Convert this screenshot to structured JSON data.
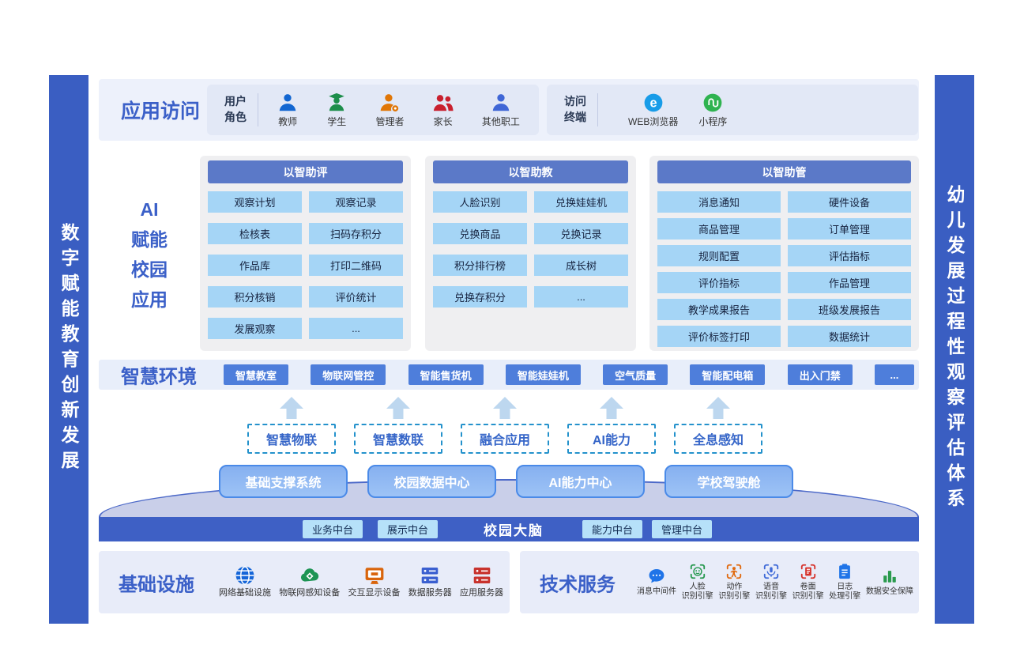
{
  "banners": {
    "left": "数字赋能教育创新发展",
    "right": "幼儿发展过程性观察评估体系"
  },
  "colors": {
    "banner_blue": "#3a5ec2",
    "title_blue": "#3b60c8",
    "column_header_indigo": "#5b79c8",
    "cell_light_blue": "#a5d5f6",
    "env_button_blue": "#4e7edb",
    "dashed_border_teal": "#2492cc",
    "brain_bar_blue": "#3e60c5",
    "dome_fill": "#c9cfe9"
  },
  "app_access": {
    "title": "应用访问",
    "user_roles": {
      "label": "用户\n角色",
      "items": [
        {
          "label": "教师",
          "icon": "teacher-person-icon",
          "color": "#1266d1"
        },
        {
          "label": "学生",
          "icon": "student-person-icon",
          "color": "#1d8e4b"
        },
        {
          "label": "管理者",
          "icon": "admin-person-icon",
          "color": "#e07606"
        },
        {
          "label": "家长",
          "icon": "parents-person-icon",
          "color": "#c9202f"
        },
        {
          "label": "其他职工",
          "icon": "staff-person-icon",
          "color": "#3f66d6"
        }
      ]
    },
    "terminals": {
      "label": "访问\n终端",
      "items": [
        {
          "label": "WEB浏览器",
          "icon": "web-browser-icon",
          "color": "#189ce8"
        },
        {
          "label": "小程序",
          "icon": "miniprogram-icon",
          "color": "#2fb350"
        }
      ]
    }
  },
  "ai_apps": {
    "label_lines": [
      "AI",
      "赋能",
      "校园",
      "应用"
    ],
    "columns": [
      {
        "header": "以智助评",
        "items": [
          "观察计划",
          "观察记录",
          "检核表",
          "扫码存积分",
          "作品库",
          "打印二维码",
          "积分核销",
          "评价统计",
          "发展观察",
          "..."
        ]
      },
      {
        "header": "以智助教",
        "items": [
          "人脸识别",
          "兑换娃娃机",
          "兑换商品",
          "兑换记录",
          "积分排行榜",
          "成长树",
          "兑换存积分",
          "..."
        ]
      },
      {
        "header": "以智助管",
        "items": [
          "消息通知",
          "硬件设备",
          "商品管理",
          "订单管理",
          "规则配置",
          "评估指标",
          "评价指标",
          "作品管理",
          "教学成果报告",
          "班级发展报告",
          "评价标签打印",
          "数据统计"
        ]
      }
    ]
  },
  "smart_env": {
    "title": "智慧环境",
    "items": [
      "智慧教室",
      "物联网管控",
      "智能售货机",
      "智能娃娃机",
      "空气质量",
      "智能配电箱",
      "出入门禁",
      "..."
    ]
  },
  "capabilities": [
    "智慧物联",
    "智慧数联",
    "融合应用",
    "AI能力",
    "全息感知"
  ],
  "platforms": [
    "基础支撑系统",
    "校园数据中心",
    "AI能力中心",
    "学校驾驶舱"
  ],
  "campus_brain": {
    "title": "校园大脑",
    "items": [
      "业务中台",
      "展示中台",
      "能力中台",
      "管理中台"
    ]
  },
  "infrastructure": {
    "title": "基础设施",
    "items": [
      {
        "label": "网络基础设施",
        "icon": "network-globe-icon",
        "color": "#1565d8"
      },
      {
        "label": "物联网感知设备",
        "icon": "iot-cloud-icon",
        "color": "#1d9454"
      },
      {
        "label": "交互显示设备",
        "icon": "display-screen-icon",
        "color": "#d9650d"
      },
      {
        "label": "数据服务器",
        "icon": "data-server-icon",
        "color": "#3a5fd0"
      },
      {
        "label": "应用服务器",
        "icon": "app-server-icon",
        "color": "#c8332e"
      }
    ]
  },
  "tech_services": {
    "title": "技术服务",
    "items": [
      {
        "label": "消息中间件",
        "icon": "message-bubble-icon",
        "color": "#1f74e8"
      },
      {
        "label": "人脸\n识别引擎",
        "icon": "face-scan-icon",
        "color": "#27994f"
      },
      {
        "label": "动作\n识别引擎",
        "icon": "motion-scan-icon",
        "color": "#e06a10"
      },
      {
        "label": "语音\n识别引擎",
        "icon": "voice-scan-icon",
        "color": "#3f6ad8"
      },
      {
        "label": "卷面\n识别引擎",
        "icon": "paper-scan-icon",
        "color": "#d6332c"
      },
      {
        "label": "日志\n处理引擎",
        "icon": "log-clipboard-icon",
        "color": "#1f74e8"
      },
      {
        "label": "数据安全保障",
        "icon": "data-security-chart-icon",
        "color": "#2a9a4e"
      }
    ]
  }
}
